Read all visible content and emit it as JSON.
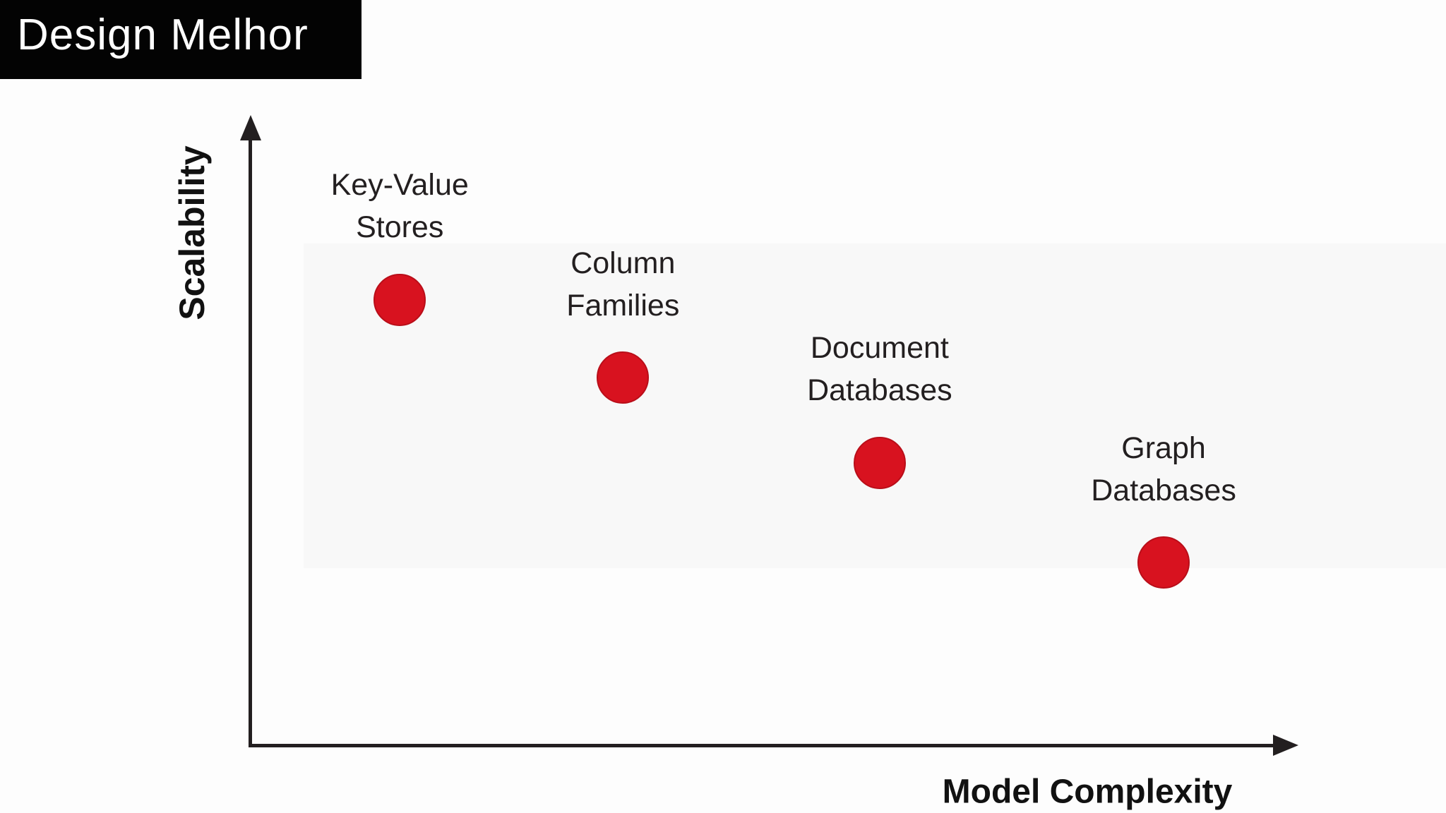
{
  "title_banner": {
    "text": "Design Melhor",
    "background_color": "#030303",
    "text_color": "#ffffff"
  },
  "chart_data": {
    "type": "scatter",
    "title": "",
    "xlabel": "Model Complexity",
    "ylabel": "Scalability",
    "axis_color": "#231f20",
    "point_color": "#d8121f",
    "grid": false,
    "legend": false,
    "tick_labels": "none (qualitative axes, no ticks or numeric ranges shown)",
    "xlim": [
      0,
      1
    ],
    "ylim": [
      0,
      1
    ],
    "trend": "scalability decreases as model complexity increases",
    "points": [
      {
        "label": "Key-Value Stores",
        "label_lines": "Key-Value\nStores",
        "x": 0.143,
        "y": 0.709
      },
      {
        "label": "Column Families",
        "label_lines": "Column\nFamilies",
        "x": 0.356,
        "y": 0.585
      },
      {
        "label": "Document Databases",
        "label_lines": "Document\nDatabases",
        "x": 0.601,
        "y": 0.45
      },
      {
        "label": "Graph Databases",
        "label_lines": "Graph\nDatabases",
        "x": 0.872,
        "y": 0.291
      }
    ]
  }
}
